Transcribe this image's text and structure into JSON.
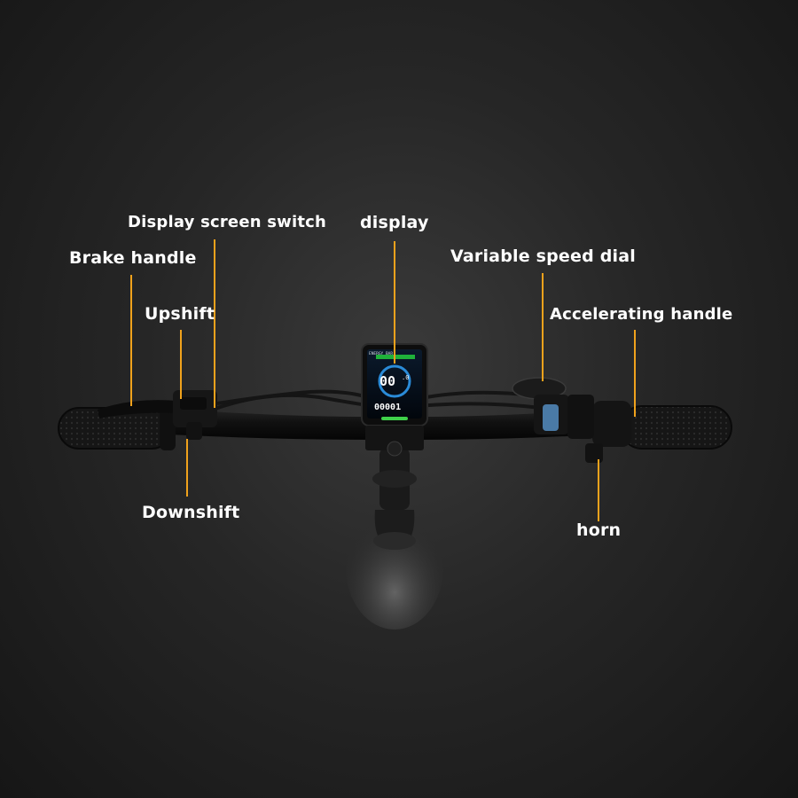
{
  "labels": {
    "display_screen_switch": "Display screen switch",
    "display": "display",
    "brake_handle": "Brake handle",
    "variable_speed_dial": "Variable speed dial",
    "upshift": "Upshift",
    "accelerating_handle": "Accelerating handle",
    "downshift": "Downshift",
    "horn": "horn"
  },
  "colors": {
    "background": "#262626",
    "leader_line": "#f0a21c",
    "label_text": "#ffffff"
  },
  "screen": {
    "energy_bar_label": "ENERGY BAR",
    "speed": "00",
    "speed_decimal": ".0",
    "odometer": "00001"
  }
}
